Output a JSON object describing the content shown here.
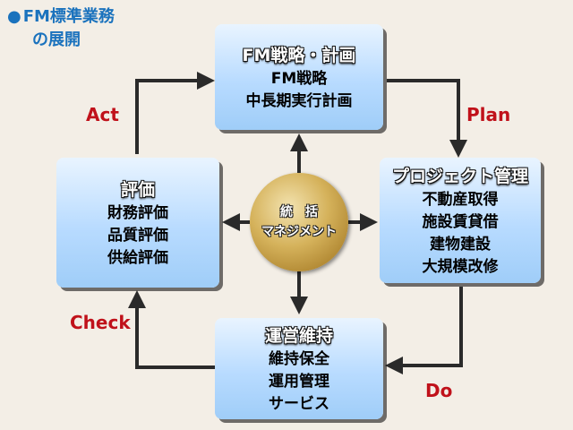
{
  "title": {
    "line1": "FM標準業務",
    "line2": "の展開",
    "bullet": "●"
  },
  "boxes": {
    "top": {
      "heading": "FM戦略・計画",
      "items": [
        "FM戦略",
        "中長期実行計画"
      ]
    },
    "right": {
      "heading": "プロジェクト管理",
      "items": [
        "不動産取得",
        "施設賃貸借",
        "建物建設",
        "大規模改修"
      ]
    },
    "bottom": {
      "heading": "運営維持",
      "items": [
        "維持保全",
        "運用管理",
        "サービス"
      ]
    },
    "left": {
      "heading": "評価",
      "items": [
        "財務評価",
        "品質評価",
        "供給評価"
      ]
    }
  },
  "center": {
    "line1": "統括",
    "line2": "マネジメント"
  },
  "cycle_labels": {
    "act": "Act",
    "plan": "Plan",
    "check": "Check",
    "do": "Do"
  },
  "colors": {
    "title": "#1a72bd",
    "cycle_label": "#c0111a",
    "arrow": "#2a2a2a",
    "box_gradient_top": "#e9f4ff",
    "box_gradient_bottom": "#9fcdf8",
    "center_gold": "#d5b25b"
  }
}
